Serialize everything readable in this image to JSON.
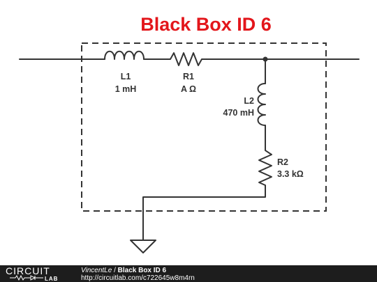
{
  "title": "Black Box ID 6",
  "components": {
    "L1": {
      "name": "L1",
      "value": "1 mH"
    },
    "R1": {
      "name": "R1",
      "value": "A Ω"
    },
    "L2": {
      "name": "L2",
      "value": "470 mH"
    },
    "R2": {
      "name": "R2",
      "value": "3.3 kΩ"
    }
  },
  "footer": {
    "logo_top": "CIRCUIT",
    "logo_bottom": "LAB",
    "author": "VincentLe",
    "separator": " / ",
    "doc_title": "Black Box ID 6",
    "url": "http://circuitlab.com/c722645w8m4rn"
  },
  "colors": {
    "title": "#e3161b",
    "wire": "#333333",
    "footer_bg": "#1d1d1d"
  }
}
